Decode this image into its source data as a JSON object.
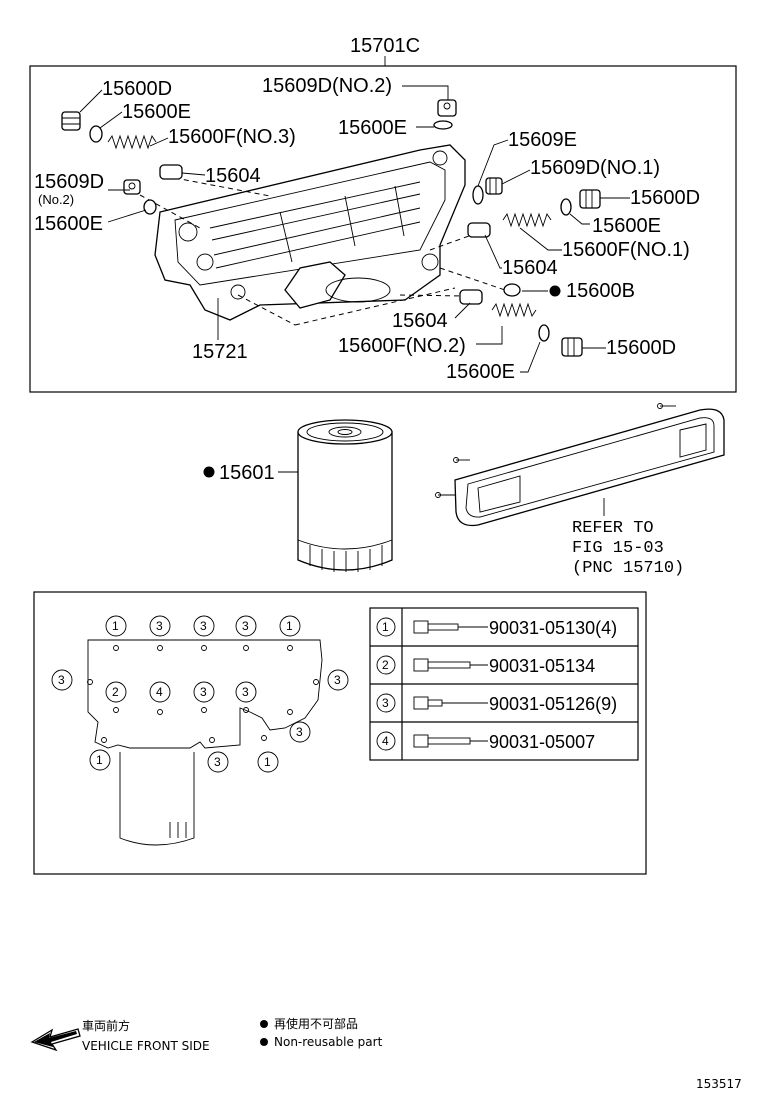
{
  "assembly_label": "15701C",
  "labels": {
    "p15600D_tl": "15600D",
    "p15600E_tl": "15600E",
    "p15600F_no3": "15600F(NO.3)",
    "p15609D_no2_top": "15609D(NO.2)",
    "p15600E_top": "15600E",
    "p15609E": "15609E",
    "p15609D_no1": "15609D(NO.1)",
    "p15609D_left": "15609D",
    "p15609D_left_sub": "(No.2)",
    "p15604_top": "15604",
    "p15600E_left": "15600E",
    "p15600D_right1": "15600D",
    "p15600E_right": "15600E",
    "p15600F_no1": "15600F(NO.1)",
    "p15604_mid": "15604",
    "p15600B": "15600B",
    "p15604_low": "15604",
    "p15600F_no2": "15600F(NO.2)",
    "p15600D_right2": "15600D",
    "p15721": "15721",
    "p15600E_bottom": "15600E",
    "p15601": "15601"
  },
  "refer_note": {
    "line1": "REFER TO",
    "line2": "FIG 15-03",
    "line3": "(PNC 15710)"
  },
  "bolt_positions": {
    "row1": [
      "1",
      "3",
      "3",
      "3",
      "1"
    ],
    "row2": [
      "3",
      "2",
      "4",
      "3",
      "3",
      "3"
    ],
    "row3": [
      "3",
      "1",
      "3",
      "1"
    ]
  },
  "bolt_table": [
    {
      "index": "1",
      "part": "90031-05130(4)"
    },
    {
      "index": "2",
      "part": "90031-05134"
    },
    {
      "index": "3",
      "part": "90031-05126(9)"
    },
    {
      "index": "4",
      "part": "90031-05007"
    }
  ],
  "legend": {
    "front_jp": "車両前方",
    "front_en": "VEHICLE FRONT SIDE",
    "nonreuse_jp": "再使用不可部品",
    "nonreuse_en": "Non-reusable part"
  },
  "figure_id": "153517"
}
